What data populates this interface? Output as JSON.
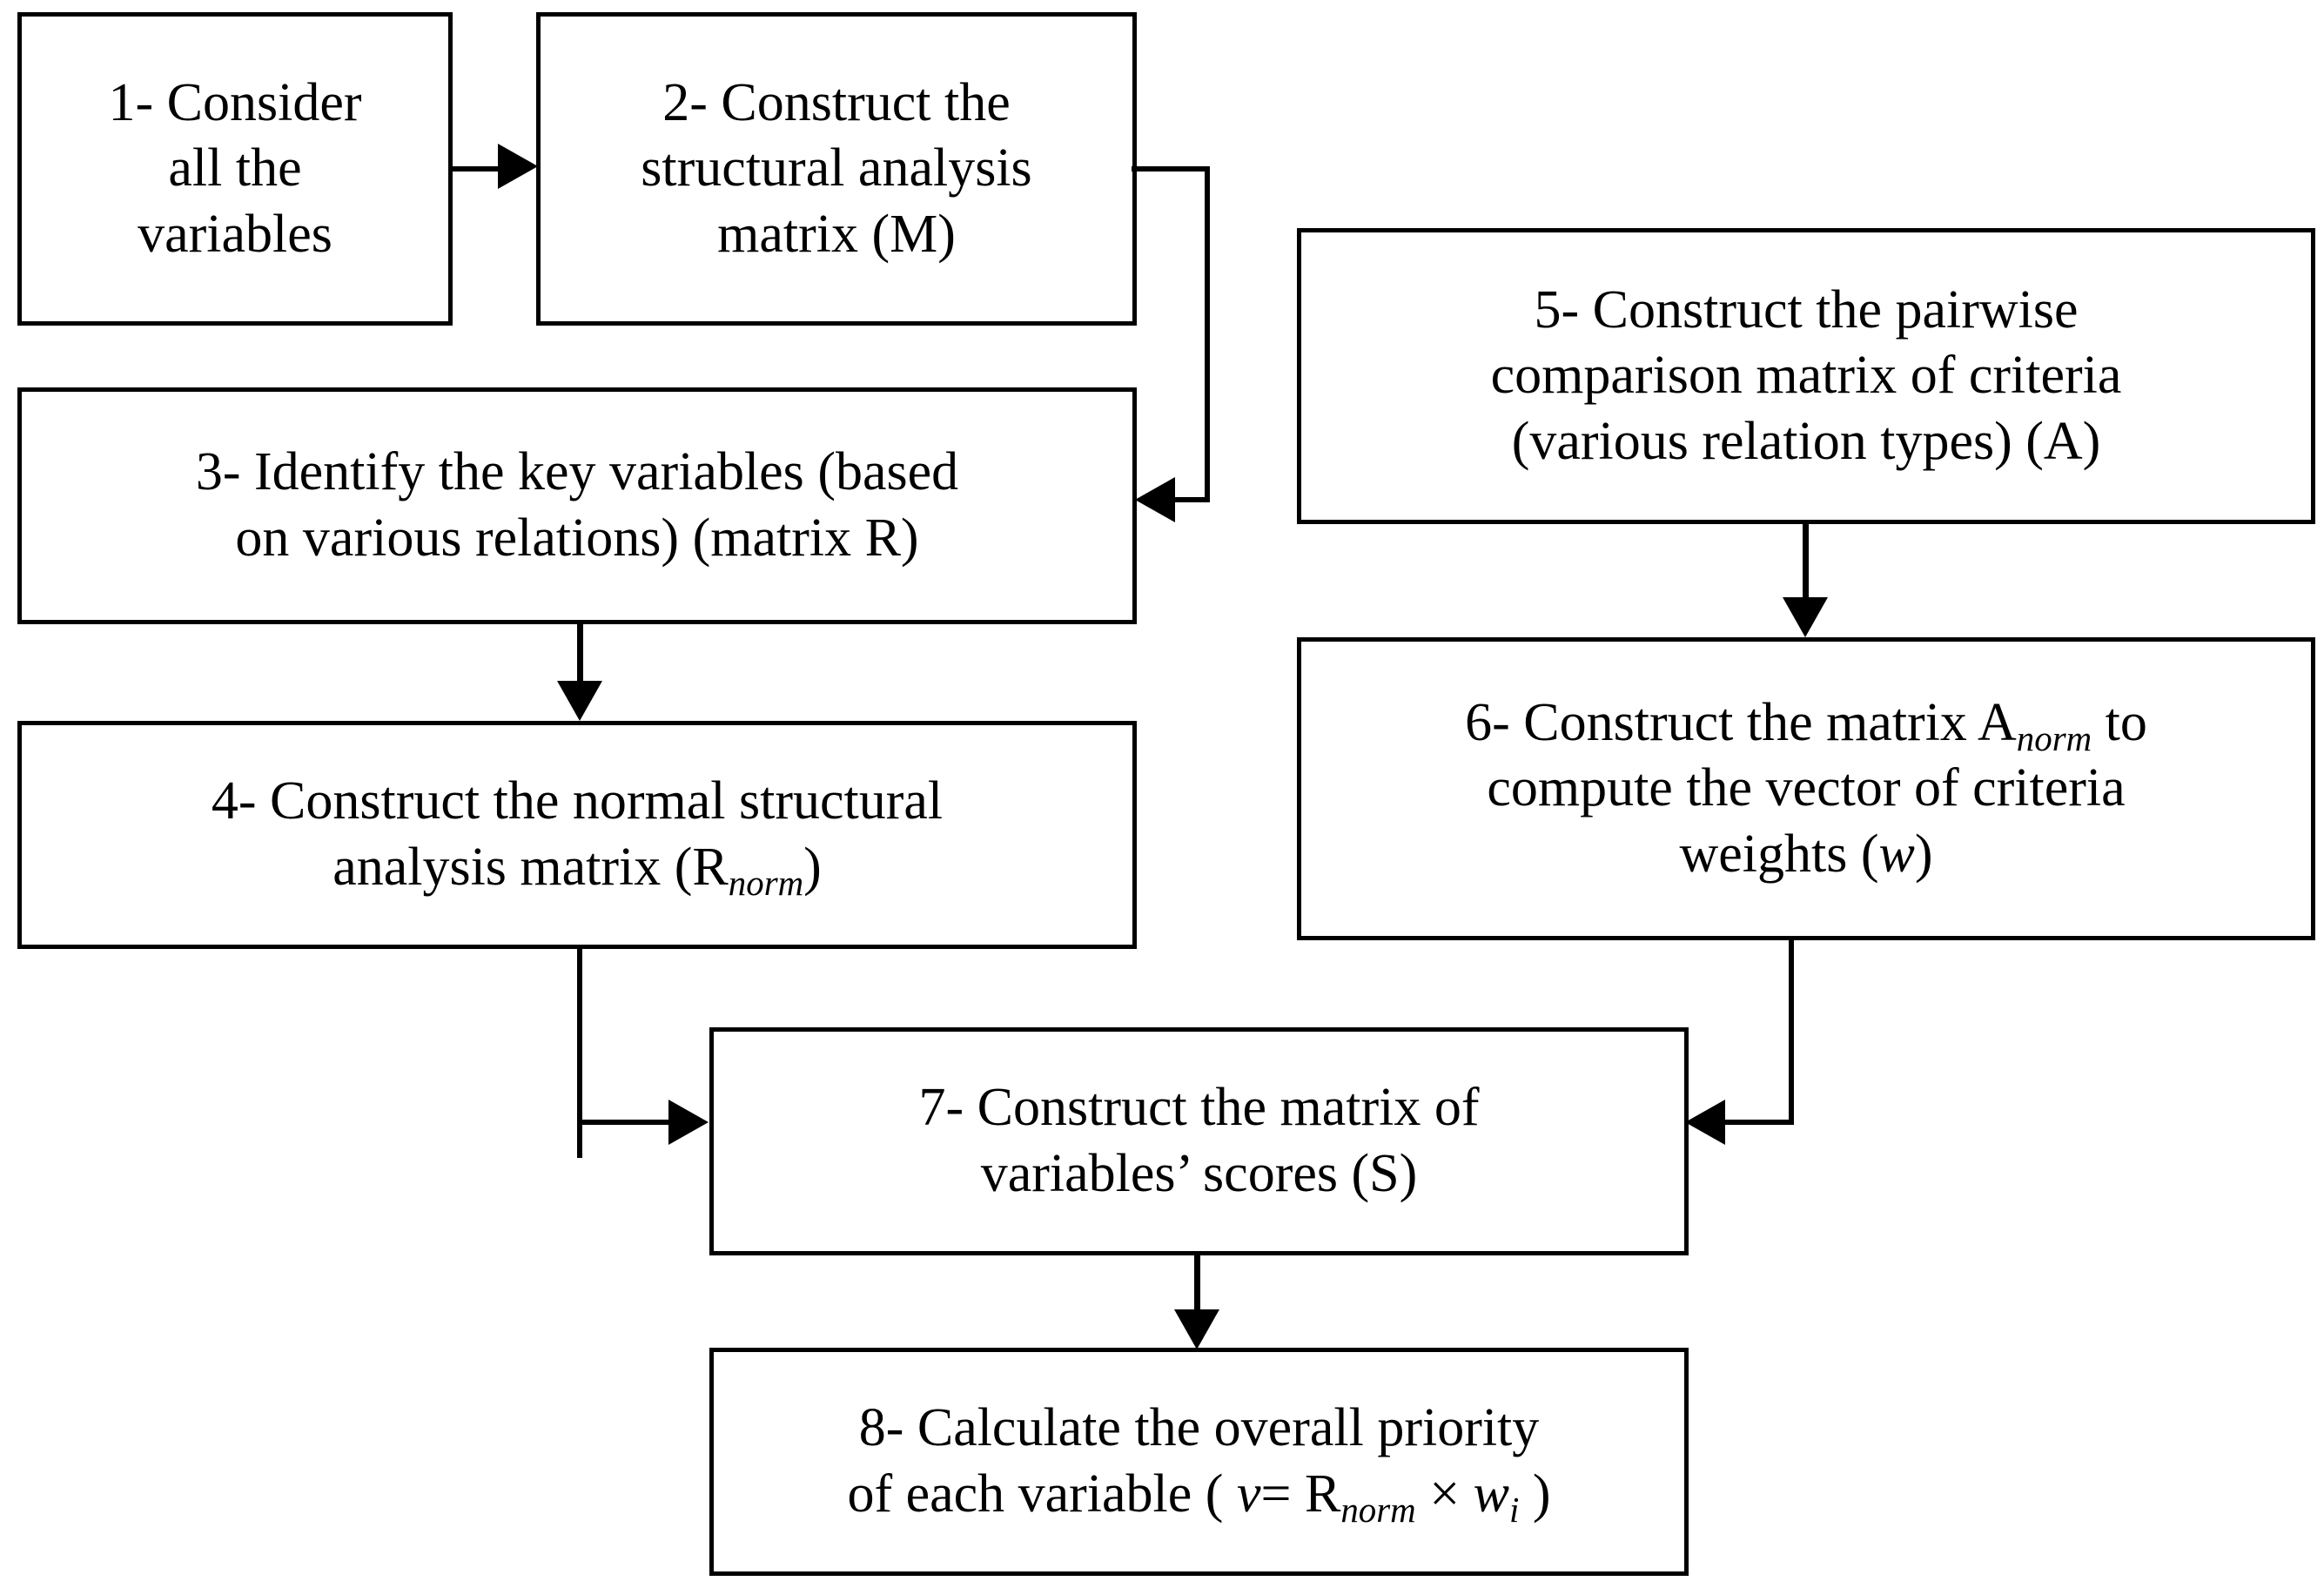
{
  "diagram": {
    "title": "Structural analysis and AHP methodology flowchart",
    "background_color": "#ffffff",
    "stroke_color": "#000000",
    "nodes": [
      {
        "id": "step-1",
        "number": "1-",
        "lines": [
          "1- Consider",
          "all the",
          "variables"
        ],
        "full_text": "1- Consider all the variables"
      },
      {
        "id": "step-2",
        "number": "2-",
        "lines": [
          "2- Construct the",
          "structural analysis",
          "matrix (M)"
        ],
        "full_text": "2- Construct the structural analysis matrix (M)"
      },
      {
        "id": "step-3",
        "number": "3-",
        "lines": [
          "3- Identify the key variables (based",
          "on various relations) (matrix R)"
        ],
        "full_text": "3- Identify the key variables (based on various relations) (matrix R)"
      },
      {
        "id": "step-4",
        "number": "4-",
        "line1": "4- Construct the normal structural",
        "line2_pre": "analysis matrix (R",
        "line2_sub": "norm",
        "line2_post": ")",
        "full_text": "4- Construct the normal structural analysis matrix (Rnorm)"
      },
      {
        "id": "step-5",
        "number": "5-",
        "lines": [
          "5- Construct the pairwise",
          "comparison matrix of criteria",
          "(various relation types) (A)"
        ],
        "full_text": "5- Construct the pairwise comparison matrix of criteria (various relation types) (A)"
      },
      {
        "id": "step-6",
        "number": "6-",
        "line1_pre": "6- Construct the matrix A",
        "line1_sub": "norm",
        "line1_post": " to",
        "line2": "compute the vector of criteria",
        "line3_pre": "weights (",
        "line3_ital": "w",
        "line3_post": ")",
        "full_text": "6- Construct the matrix Anorm to compute the vector of criteria weights (w)"
      },
      {
        "id": "step-7",
        "number": "7-",
        "lines": [
          "7- Construct the matrix of",
          "variables’ scores (S)"
        ],
        "full_text": "7- Construct the matrix of variables’ scores (S)"
      },
      {
        "id": "step-8",
        "number": "8-",
        "line1": "8- Calculate the overall priority",
        "line2_pre": "of each variable ( ",
        "line2_v": "v",
        "line2_eq": "= R",
        "line2_sub1": "norm",
        "line2_times": " × ",
        "line2_w": "w",
        "line2_sub2": "i",
        "line2_post": " )",
        "full_text": "8- Calculate the overall priority of each variable ( v= Rnorm × wi )"
      }
    ],
    "connectors": [
      {
        "id": "c1",
        "from": "step-1",
        "to": "step-2",
        "kind": "straight-right"
      },
      {
        "id": "c2",
        "from": "step-2",
        "to": "step-3",
        "kind": "elbow-right-down-left"
      },
      {
        "id": "c3",
        "from": "step-3",
        "to": "step-4",
        "kind": "straight-down"
      },
      {
        "id": "c4",
        "from": "step-5",
        "to": "step-6",
        "kind": "straight-down"
      },
      {
        "id": "c5",
        "from": "step-4",
        "to": "step-7",
        "kind": "elbow-down-right"
      },
      {
        "id": "c6",
        "from": "step-6",
        "to": "step-7",
        "kind": "elbow-down-left"
      },
      {
        "id": "c7",
        "from": "step-7",
        "to": "step-8",
        "kind": "straight-down"
      }
    ]
  }
}
